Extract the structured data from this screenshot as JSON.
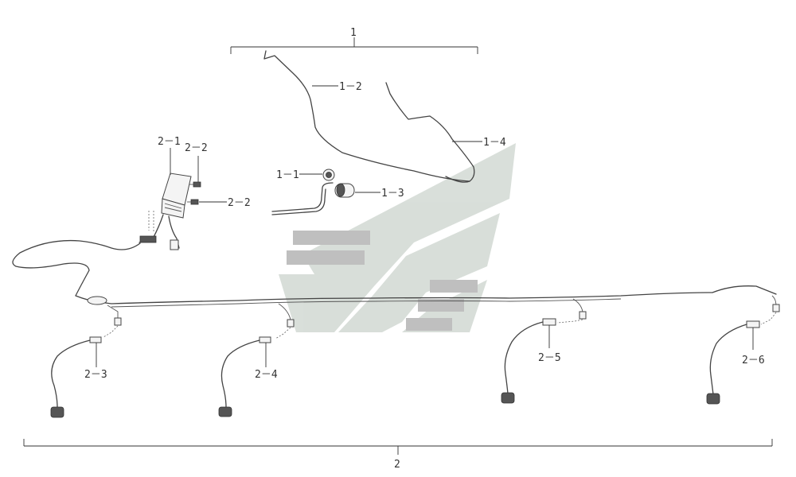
{
  "labels": {
    "group_1": "1",
    "part_1_1": "1－1",
    "part_1_2": "1－2",
    "part_1_3": "1－3",
    "part_1_4": "1－4",
    "part_2_1": "2－1",
    "part_2_2_top": "2－2",
    "part_2_2_bottom": "2－2",
    "part_2_3": "2－3",
    "part_2_4": "2－4",
    "part_2_5": "2－5",
    "part_2_6": "2－6",
    "group_2": "2"
  },
  "watermark_color": "#c8cfc9",
  "stripe_color": "#b3b3b3"
}
